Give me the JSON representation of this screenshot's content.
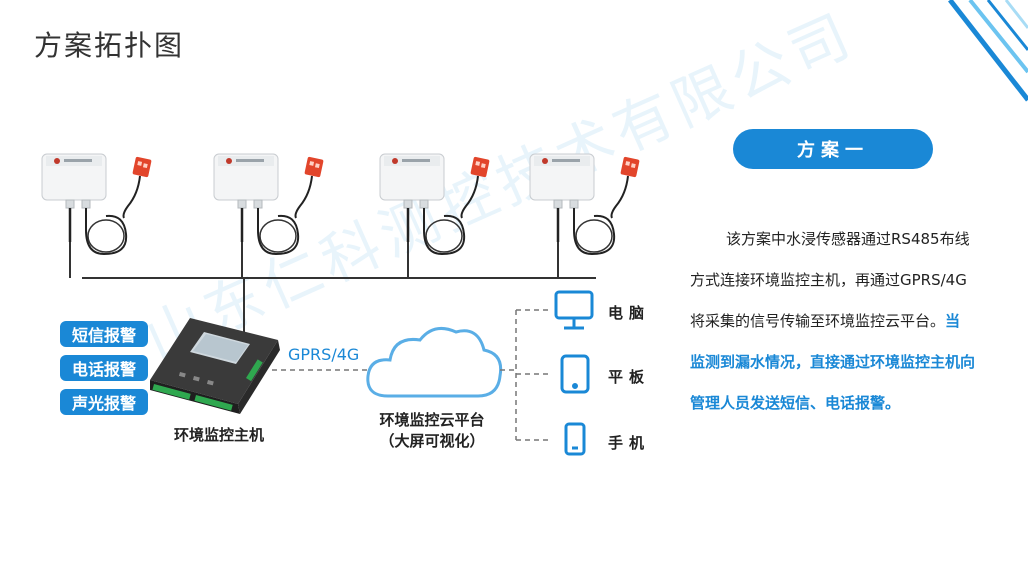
{
  "title": "方案拓扑图",
  "watermark": "山东仁科测控技术有限公司",
  "alarms": [
    "短信报警",
    "电话报警",
    "声光报警"
  ],
  "host_label": "环境监控主机",
  "link_label": "GPRS/4G",
  "cloud_label_line1": "环境监控云平台",
  "cloud_label_line2": "（大屏可视化）",
  "devices": [
    "电脑",
    "平板",
    "手机"
  ],
  "plan_badge": "方案一",
  "description_plain": "该方案中水浸传感器通过RS485布线方式连接环境监控主机，再通过GPRS/4G将采集的信号传输至环境监控云平台。",
  "description_highlight": "当监测到漏水情况，直接通过环境监控主机向管理人员发送短信、电话报警。",
  "colors": {
    "accent": "#1a88d6",
    "text": "#222222",
    "line": "#333333"
  }
}
